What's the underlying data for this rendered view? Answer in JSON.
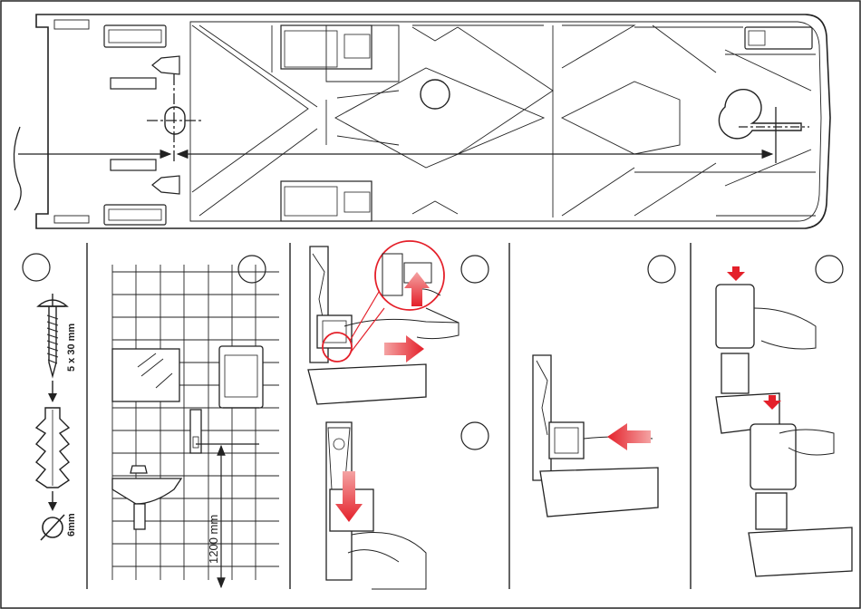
{
  "labels": {
    "screw_size": "5 x 30 mm",
    "drill_size": "6mm",
    "mount_height": "1200 mm"
  },
  "colors": {
    "line": "#222222",
    "accent": "#e4202a",
    "accent_light": "#f4a3a3",
    "paper": "#ffffff"
  },
  "icons": {
    "diameter": "diameter-symbol-icon",
    "arrow": "down-arrow-icon"
  }
}
